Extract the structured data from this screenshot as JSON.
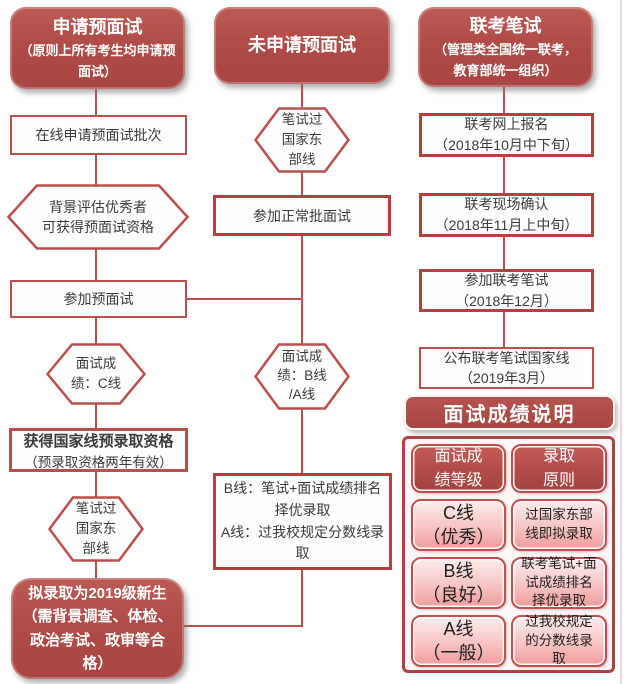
{
  "left": {
    "header_title": "申请预面试",
    "header_sub": "（原则上所有考生均申请预面试）",
    "step_online": "在线申请预面试批次",
    "hex_background": "背景评估优秀者\n可获得预面试资格",
    "step_attend": "参加预面试",
    "hex_score_c": "面试成\n绩：C线",
    "prequalify_title": "获得国家线预录取资格",
    "prequalify_sub": "（预录取资格两年有效）",
    "hex_written": "笔试过\n国家东\n部线",
    "final_admit": "拟录取为2019级新生（需背景调查、体检、政治考试、政审等合格）"
  },
  "middle": {
    "header_title": "未申请预面试",
    "hex_written": "笔试过\n国家东\n部线",
    "step_normal": "参加正常批面试",
    "hex_score_ba": "面试成\n绩：B线\n/A线",
    "result_rules": "B线：笔试+面试成绩排名择优录取\nA线：过我校规定分数线录取"
  },
  "right": {
    "header_title": "联考笔试",
    "header_sub": "（管理类全国统一联考，\n教育部统一组织）",
    "step_register": "联考网上报名\n（2018年10月中下旬）",
    "step_confirm": "联考现场确认\n（2018年11月上中旬）",
    "step_exam": "参加联考笔试\n（2018年12月）",
    "step_announce": "公布联考笔试国家线\n（2019年3月）"
  },
  "score_table": {
    "banner": "面试成绩说明",
    "col_grade": "面试成\n绩等级",
    "col_principle": "录取\n原则",
    "rows": [
      {
        "grade": "C线\n（优秀）",
        "principle": "过国家东部线即拟录取"
      },
      {
        "grade": "B线\n（良好）",
        "principle": "联考笔试+面试成绩排名择优录取"
      },
      {
        "grade": "A线\n（一般）",
        "principle": "过我校规定的分数线录取"
      }
    ]
  },
  "colors": {
    "brick_red": "#b04c48",
    "line_red": "#bb4f4b",
    "cell_pink_light": "#fdecec",
    "cell_pink_deep": "#f19b9b"
  }
}
